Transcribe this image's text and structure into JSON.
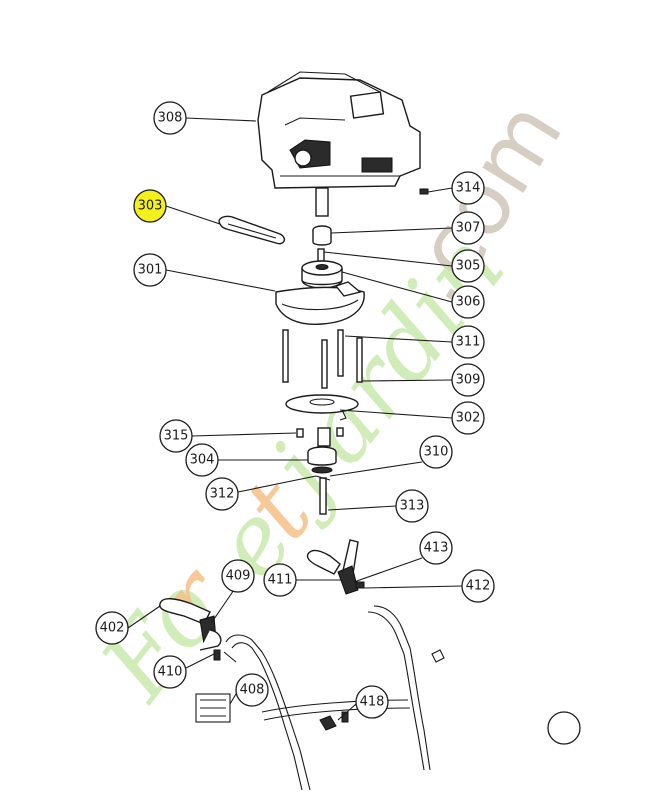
{
  "callouts": [
    {
      "id": "308",
      "label": "308",
      "highlight": false
    },
    {
      "id": "303",
      "label": "303",
      "highlight": true
    },
    {
      "id": "301",
      "label": "301",
      "highlight": false
    },
    {
      "id": "314",
      "label": "314",
      "highlight": false
    },
    {
      "id": "307",
      "label": "307",
      "highlight": false
    },
    {
      "id": "305",
      "label": "305",
      "highlight": false
    },
    {
      "id": "306",
      "label": "306",
      "highlight": false
    },
    {
      "id": "311",
      "label": "311",
      "highlight": false
    },
    {
      "id": "309",
      "label": "309",
      "highlight": false
    },
    {
      "id": "302",
      "label": "302",
      "highlight": false
    },
    {
      "id": "315",
      "label": "315",
      "highlight": false
    },
    {
      "id": "304",
      "label": "304",
      "highlight": false
    },
    {
      "id": "310",
      "label": "310",
      "highlight": false
    },
    {
      "id": "312",
      "label": "312",
      "highlight": false
    },
    {
      "id": "313",
      "label": "313",
      "highlight": false
    },
    {
      "id": "413",
      "label": "413",
      "highlight": false
    },
    {
      "id": "409",
      "label": "409",
      "highlight": false
    },
    {
      "id": "411",
      "label": "411",
      "highlight": false
    },
    {
      "id": "412",
      "label": "412",
      "highlight": false
    },
    {
      "id": "402",
      "label": "402",
      "highlight": false
    },
    {
      "id": "410",
      "label": "410",
      "highlight": false
    },
    {
      "id": "408",
      "label": "408",
      "highlight": false
    },
    {
      "id": "418",
      "label": "418",
      "highlight": false
    }
  ],
  "watermark": {
    "brand_part1": "Fo",
    "brand_part2": "r",
    "brand_part3": "e",
    "brand_part4": "t",
    "brand_part5": "j",
    "brand_part6": "ardin",
    "brand_domain": ".com",
    "colors": {
      "green": "#c5e8a8",
      "orange": "#f6c088",
      "grey": "#cfc6b9"
    }
  },
  "colors": {
    "highlight": "#f4f01b",
    "line": "#1a1a1a",
    "background": "#ffffff"
  }
}
